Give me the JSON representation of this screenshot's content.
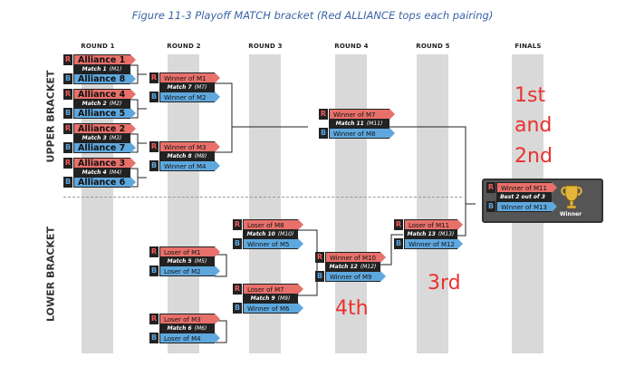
{
  "caption": "Figure 11-3 Playoff MATCH bracket (Red ALLIANCE tops each pairing)",
  "rounds": [
    "ROUND 1",
    "ROUND 2",
    "ROUND 3",
    "ROUND 4",
    "ROUND 5",
    "FINALS"
  ],
  "sides": {
    "upper": "UPPER BRACKET",
    "lower": "LOWER BRACKET"
  },
  "labels": {
    "red": "R",
    "blue": "B"
  },
  "matches": {
    "m1": {
      "red": "Alliance 1",
      "blue": "Alliance 8",
      "label": "Match 1",
      "code": "(M1)"
    },
    "m2": {
      "red": "Alliance 4",
      "blue": "Alliance 5",
      "label": "Match 2",
      "code": "(M2)"
    },
    "m3": {
      "red": "Alliance 2",
      "blue": "Alliance 7",
      "label": "Match 3",
      "code": "(M3)"
    },
    "m4": {
      "red": "Alliance 3",
      "blue": "Alliance 6",
      "label": "Match 4",
      "code": "(M4)"
    },
    "m7": {
      "red": "Winner of M1",
      "blue": "Winner of M2",
      "label": "Match 7",
      "code": "(M7)"
    },
    "m8": {
      "red": "Winner of M3",
      "blue": "Winner of M4",
      "label": "Match 8",
      "code": "(M8)"
    },
    "m11": {
      "red": "Winner of M7",
      "blue": "Winner of M8",
      "label": "Match 11",
      "code": "(M11)"
    },
    "m5": {
      "red": "Loser of M1",
      "blue": "Loser of M2",
      "label": "Match 5",
      "code": "(M5)"
    },
    "m6": {
      "red": "Loser of M3",
      "blue": "Loser of M4",
      "label": "Match 6",
      "code": "(M6)"
    },
    "m10": {
      "red": "Loser of M8",
      "blue": "Winner of M5",
      "label": "Match 10",
      "code": "(M10)"
    },
    "m9": {
      "red": "Loser of M7",
      "blue": "Winner of M6",
      "label": "Match 9",
      "code": "(M9)"
    },
    "m12": {
      "red": "Winner of M10",
      "blue": "Winner of M9",
      "label": "Match 12",
      "code": "(M12)"
    },
    "m13": {
      "red": "Loser of M11",
      "blue": "Winner of M12",
      "label": "Match 13",
      "code": "(M13)"
    },
    "final": {
      "red": "Winner of M11",
      "blue": "Winner of M13",
      "label": "Best 2 out of 3",
      "code": ""
    }
  },
  "winner_label": "Winner",
  "annotations": {
    "first": "1st",
    "and": "and",
    "second": "2nd",
    "third": "3rd",
    "fourth": "4th"
  },
  "colors": {
    "red": "#e8706a",
    "blue": "#5fa8de",
    "annotation": "#e8322f",
    "caption": "#3a63a6"
  }
}
